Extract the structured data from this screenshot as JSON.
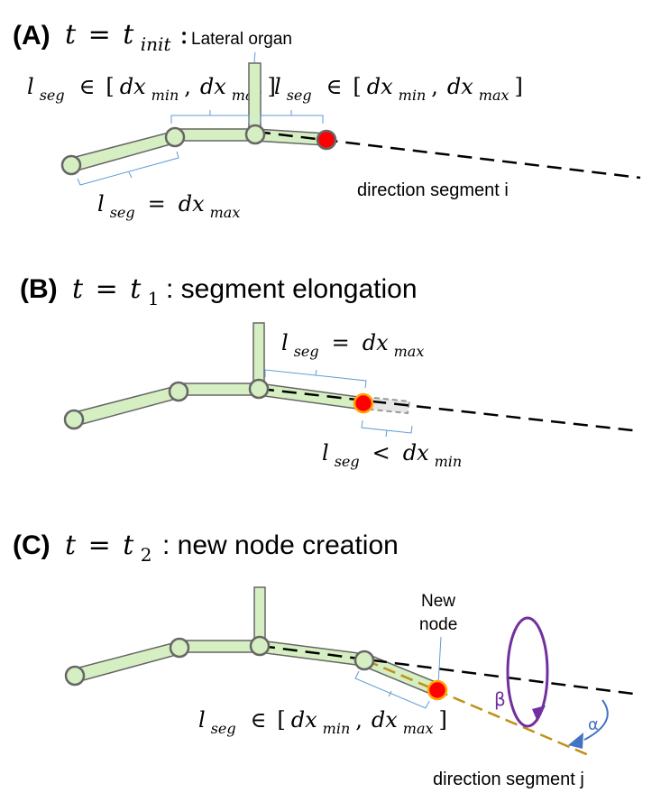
{
  "panel_a": {
    "letter": "(A)",
    "time_var": "t",
    "equals": "=",
    "time_base": "t",
    "time_sub": "init",
    "colon": ":",
    "lateral_label": "Lateral organ",
    "range_left": {
      "var": "l",
      "var_sub": "seg",
      "in": "∈",
      "open": "[",
      "a": "dx",
      "a_sub": "min",
      "comma": ",",
      "b": "dx",
      "b_sub": "max",
      "close": "]"
    },
    "range_right": {
      "var": "l",
      "var_sub": "seg",
      "in": "∈",
      "open": "[",
      "a": "dx",
      "a_sub": "min",
      "comma": ",",
      "b": "dx",
      "b_sub": "max",
      "close": "]"
    },
    "eq_below": {
      "var": "l",
      "var_sub": "seg",
      "op": "=",
      "val": "dx",
      "val_sub": "max"
    },
    "direction_label": "direction segment i"
  },
  "panel_b": {
    "letter": "(B)",
    "time_var": "t",
    "equals": "=",
    "time_base": "t",
    "time_sub": "1",
    "caption": ": segment elongation",
    "eq_above": {
      "var": "l",
      "var_sub": "seg",
      "op": "=",
      "val": "dx",
      "val_sub": "max"
    },
    "ineq_below": {
      "var": "l",
      "var_sub": "seg",
      "op": "<",
      "val": "dx",
      "val_sub": "min"
    }
  },
  "panel_c": {
    "letter": "(C)",
    "time_var": "t",
    "equals": "=",
    "time_base": "t",
    "time_sub": "2",
    "caption": ": new node creation",
    "new_node_line1": "New",
    "new_node_line2": "node",
    "range_below": {
      "var": "l",
      "var_sub": "seg",
      "in": "∈",
      "open": "[",
      "a": "dx",
      "a_sub": "min",
      "comma": ",",
      "b": "dx",
      "b_sub": "max",
      "close": "]"
    },
    "beta": "β",
    "alpha": "α",
    "direction_label": "direction segment j"
  },
  "colors": {
    "segment_fill": "#d6efc2",
    "node_fill": "#d6efc2",
    "outline": "#666666",
    "tip_node": "#ff0000",
    "tip_ring": "#ffa500",
    "bracket": "#5b9bd5",
    "direction_line": "#000000",
    "new_direction_line": "#c0901a",
    "beta_arrow": "#7030a0",
    "alpha_arrow": "#4472c4",
    "elongation_dashes": "#999999"
  }
}
